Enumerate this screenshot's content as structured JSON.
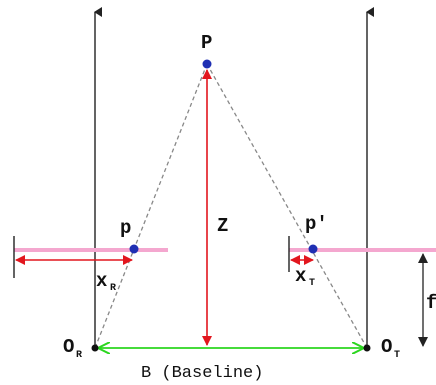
{
  "labels": {
    "point_top": "P",
    "point_left": "p",
    "point_right": "p′",
    "depth": "Z",
    "xr_main": "x",
    "xr_sub": "R",
    "xt_main": "x",
    "xt_sub": "T",
    "focal": "f",
    "or_main": "O",
    "or_sub": "R",
    "ot_main": "O",
    "ot_sub": "T",
    "baseline": "B (Baseline)"
  },
  "colors": {
    "image_plane": "#f4a7cf",
    "measure": "#e2161e",
    "baseline": "#2bd61f",
    "point": "#1f2fb3",
    "axis": "#222222",
    "ray": "#888888"
  }
}
